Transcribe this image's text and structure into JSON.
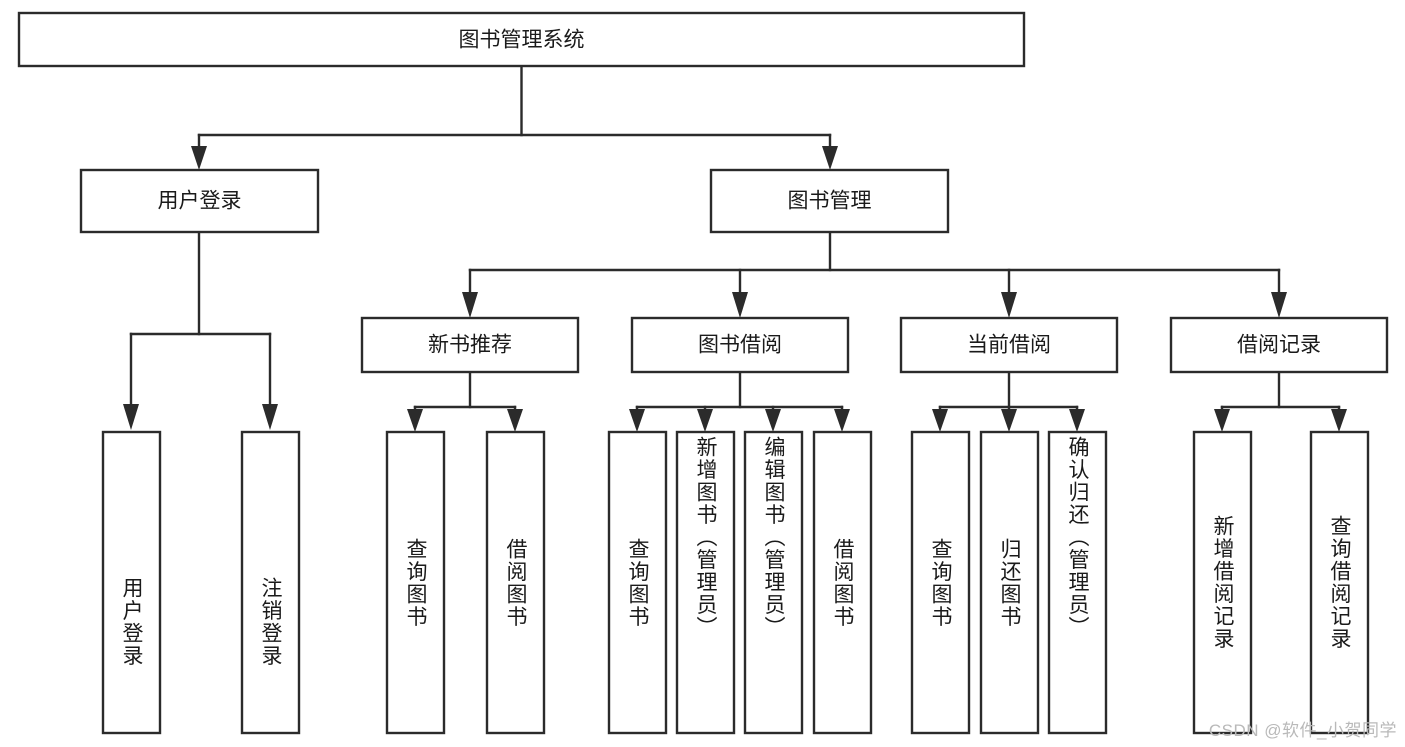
{
  "diagram": {
    "type": "tree-hierarchy-flowchart",
    "title": "图书管理系统",
    "colors": {
      "box_stroke": "#2b2b2b",
      "box_fill": "#ffffff",
      "connector": "#2b2b2b",
      "text": "#1a1a1a",
      "watermark": "#b9b9b9",
      "background": "#ffffff"
    },
    "root": {
      "label": "图书管理系统",
      "orientation": "horizontal"
    },
    "level2": [
      {
        "label": "用户登录",
        "orientation": "horizontal"
      },
      {
        "label": "图书管理",
        "orientation": "horizontal"
      }
    ],
    "level3": [
      {
        "label": "新书推荐",
        "orientation": "horizontal"
      },
      {
        "label": "图书借阅",
        "orientation": "horizontal"
      },
      {
        "label": "当前借阅",
        "orientation": "horizontal"
      },
      {
        "label": "借阅记录",
        "orientation": "horizontal"
      }
    ],
    "leaves": [
      {
        "label": "用户登录",
        "parent": "用户登录",
        "orientation": "vertical",
        "align": "bottom"
      },
      {
        "label": "注销登录",
        "parent": "用户登录",
        "orientation": "vertical",
        "align": "bottom"
      },
      {
        "label": "查询图书",
        "parent": "新书推荐",
        "orientation": "vertical",
        "align": "center"
      },
      {
        "label": "借阅图书",
        "parent": "新书推荐",
        "orientation": "vertical",
        "align": "center"
      },
      {
        "label": "查询图书",
        "parent": "图书借阅",
        "orientation": "vertical",
        "align": "center"
      },
      {
        "label": "新增图书（管理员）",
        "parent": "图书借阅",
        "orientation": "vertical",
        "align": "top"
      },
      {
        "label": "编辑图书（管理员）",
        "parent": "图书借阅",
        "orientation": "vertical",
        "align": "top"
      },
      {
        "label": "借阅图书",
        "parent": "图书借阅",
        "orientation": "vertical",
        "align": "center"
      },
      {
        "label": "查询图书",
        "parent": "当前借阅",
        "orientation": "vertical",
        "align": "center"
      },
      {
        "label": "归还图书",
        "parent": "当前借阅",
        "orientation": "vertical",
        "align": "center"
      },
      {
        "label": "确认归还（管理员）",
        "parent": "当前借阅",
        "orientation": "vertical",
        "align": "top"
      },
      {
        "label": "新增借阅记录",
        "parent": "借阅记录",
        "orientation": "vertical",
        "align": "center"
      },
      {
        "label": "查询借阅记录",
        "parent": "借阅记录",
        "orientation": "vertical",
        "align": "center"
      }
    ]
  },
  "watermark": {
    "text": "CSDN @软件_小贺同学"
  }
}
